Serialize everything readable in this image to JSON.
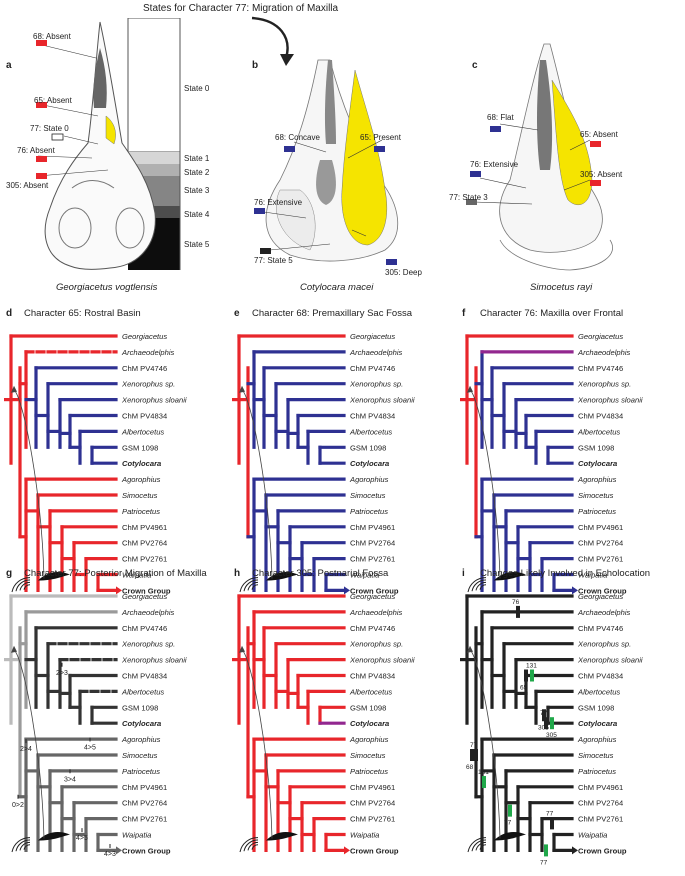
{
  "header": {
    "title": "States for Character 77: Migration of Maxilla"
  },
  "skull_panels": [
    {
      "letter": "a",
      "species": "Georgiacetus vogtlensis",
      "labels": [
        "68: Absent",
        "65: Absent",
        "77: State 0",
        "76: Absent",
        "305: Absent"
      ],
      "states": [
        "State 0",
        "State 1",
        "State 2",
        "State 3",
        "State 4",
        "State 5"
      ]
    },
    {
      "letter": "b",
      "species": "Cotylocara macei",
      "labels": [
        "68: Concave",
        "65: Present",
        "76: Extensive",
        "77: State 5",
        "305: Deep"
      ]
    },
    {
      "letter": "c",
      "species": "Simocetus rayi",
      "labels": [
        "68: Flat",
        "65: Absent",
        "76: Extensive",
        "305: Absent",
        "77: State 3"
      ]
    }
  ],
  "taxa": [
    "Georgiacetus",
    "Archaeodelphis",
    "ChM PV4746",
    "Xenorophus sp.",
    "Xenorophus sloanii",
    "ChM PV4834",
    "Albertocetus",
    "GSM 1098",
    "Cotylocara",
    "Agorophius",
    "Simocetus",
    "Patriocetus",
    "ChM PV4961",
    "ChM PV2764",
    "ChM PV2761",
    "Waipatia",
    "Crown Group"
  ],
  "tree_panels": [
    {
      "letter": "d",
      "title": "Character 65: Rostral Basin"
    },
    {
      "letter": "e",
      "title": "Character 68: Premaxillary Sac Fossa"
    },
    {
      "letter": "f",
      "title": "Character 76: Maxilla over Frontal"
    },
    {
      "letter": "g",
      "title": "Character 77: Posterior Migration of Maxilla"
    },
    {
      "letter": "h",
      "title": "Character 305: Postnarial Fossa"
    },
    {
      "letter": "i",
      "title": "Changes Likely Involved in Echolocation"
    }
  ],
  "g_transitions": [
    "0>2",
    "2>3",
    "2>4",
    "3>4",
    "4>5",
    "4>5",
    "4>3"
  ],
  "i_changes": [
    "76",
    "68",
    "77",
    "65",
    "131",
    "305",
    "77",
    "305",
    "131",
    "77",
    "77",
    "77"
  ],
  "colors": {
    "red": "#e8262b",
    "blue": "#2e3192",
    "purple": "#92278f",
    "yellow": "#f5e400",
    "green": "#20a84a",
    "dark": "#333333",
    "grey": "#9a9a9a"
  }
}
